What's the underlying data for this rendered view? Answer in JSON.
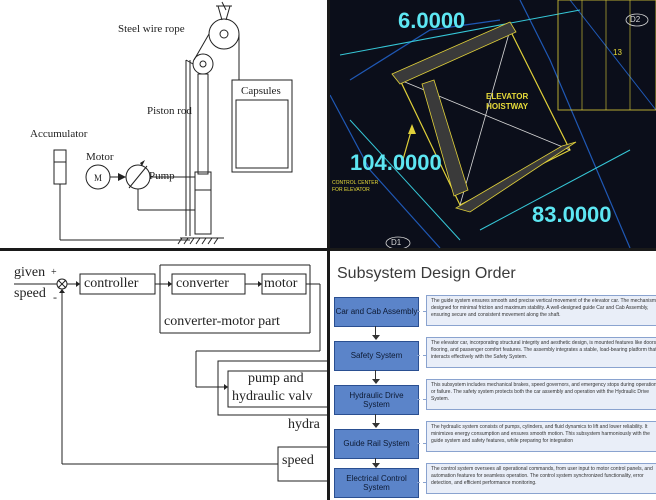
{
  "hydraulic_elevator": {
    "labels": {
      "steel_wire_rope": "Steel wire rope",
      "piston_rod": "Piston rod",
      "capsules": "Capsules",
      "accumulator": "Accumulator",
      "motor": "Motor",
      "motor_symbol": "M",
      "pump": "Pump"
    }
  },
  "cad_drawing": {
    "dim_top": "6.0000",
    "dim_left": "104.0000",
    "dim_bottom": "83.0000",
    "hoistway_line1": "ELEVATOR",
    "hoistway_line2": "HOISTWAY",
    "center_line1": "CONTROL CENTER",
    "center_line2": "FOR ELEVATOR",
    "tag_d1": "D1",
    "tag_d2": "D2",
    "tag_13": "13"
  },
  "control_block": {
    "given_label": "given",
    "plus_sign": "+",
    "speed_label": "speed",
    "minus_sign": "-",
    "controller": "controller",
    "converter": "converter",
    "motor": "motor",
    "part_label": "converter-motor part",
    "pump_line1": "pump and",
    "pump_line2": "hydraulic valv",
    "hydra_label": "hydra",
    "speed_block": "speed"
  },
  "subsystem": {
    "title": "Subsystem Design Order",
    "steps": [
      {
        "name": "Car and Cab Assembly",
        "desc": "The guide system ensures smooth and precise vertical movement of the elevator car. The mechanisms designed for minimal friction and maximum stability. A well-designed guide Car and Cab Assembly, ensuring secure and consistent movement along the shaft."
      },
      {
        "name": "Safety System",
        "desc": "The elevator car, incorporating structural integrity and aesthetic design, is mounted features like doors, flooring, and passenger comfort features. The assembly integrates a stable, load-bearing platform that interacts effectively with the Safety System."
      },
      {
        "name": "Hydraulic Drive System",
        "desc": "This subsystem includes mechanical brakes, speed governors, and emergency stops during operation or failure. The safety system protects both the car assembly and operation with the Hydraulic Drive System."
      },
      {
        "name": "Guide Rail System",
        "desc": "The hydraulic system consists of pumps, cylinders, and fluid dynamics to lift and lower reliability. It minimizes energy consumption and ensures smooth motion. This subsystem harmoniously with the guide system and safety features, while preparing for integration"
      },
      {
        "name": "Electrical Control System",
        "desc": "The control system oversees all operational commands, from user input to motor control panels, and automation features for seamless operation. The control system synchronized functionality, error detection, and efficient performance monitoring."
      }
    ]
  }
}
